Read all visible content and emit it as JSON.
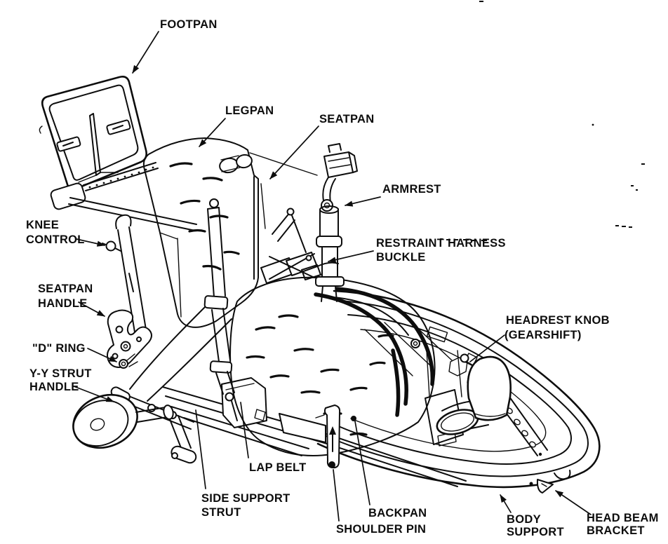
{
  "figure": {
    "type": "technical-line-diagram",
    "subject": "crew couch / ejection seat assembly",
    "ink_color": "#0d0d0d",
    "background_color": "#ffffff"
  },
  "labels": {
    "footpan": "FOOTPAN",
    "legpan": "LEGPAN",
    "seatpan": "SEATPAN",
    "armrest": "ARMREST",
    "knee_control_1": "KNEE",
    "knee_control_2": "CONTROL",
    "restraint_1": "RESTRAINT HARNESS",
    "restraint_2": "BUCKLE",
    "seatpan_handle_1": "SEATPAN",
    "seatpan_handle_2": "HANDLE",
    "headrest_knob_1": "HEADREST KNOB",
    "headrest_knob_2": "(GEARSHIFT)",
    "d_ring": "\"D\" RING",
    "yy_strut_1": "Y-Y STRUT",
    "yy_strut_2": "HANDLE",
    "lap_belt": "LAP BELT",
    "side_support_1": "SIDE SUPPORT",
    "side_support_2": "STRUT",
    "backpan": "BACKPAN",
    "shoulder_pin": "SHOULDER PIN",
    "body_support_1": "BODY",
    "body_support_2": "SUPPORT",
    "head_beam_1": "HEAD BEAM",
    "head_beam_2": "BRACKET"
  }
}
